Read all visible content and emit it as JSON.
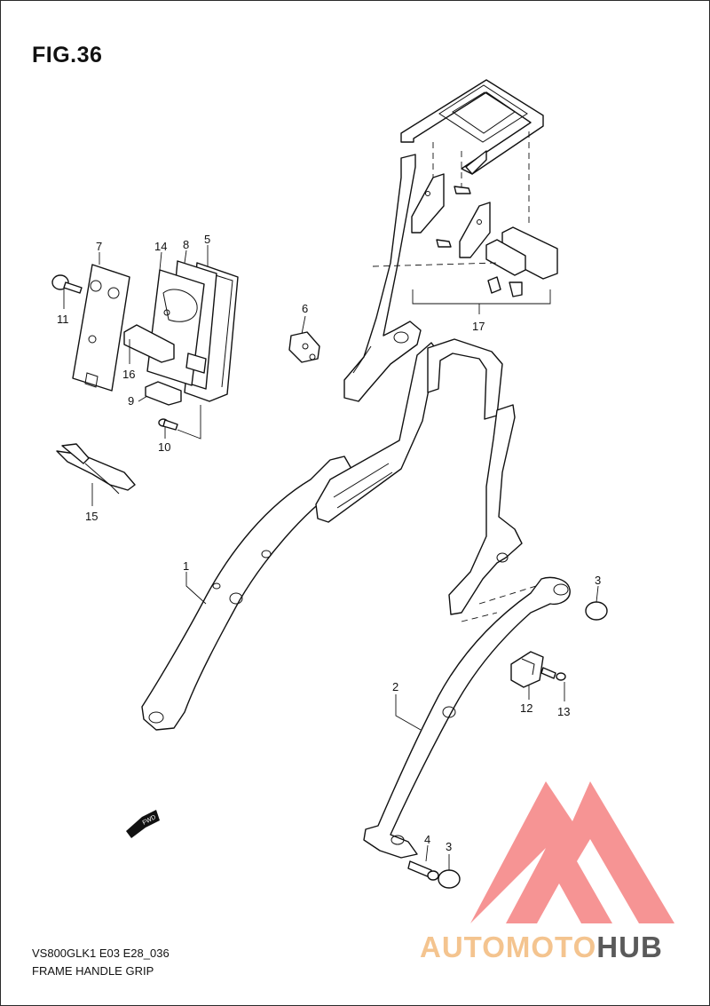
{
  "figure": {
    "title": "FIG.36",
    "code": "VS800GLK1 E03 E28_036",
    "name": "FRAME HANDLE GRIP"
  },
  "callouts": {
    "c1": "1",
    "c2": "2",
    "c3a": "3",
    "c3b": "3",
    "c4": "4",
    "c5": "5",
    "c6": "6",
    "c7": "7",
    "c8": "8",
    "c9": "9",
    "c10": "10",
    "c11": "11",
    "c12": "12",
    "c13": "13",
    "c14": "14",
    "c15": "15",
    "c16": "16",
    "c17": "17"
  },
  "fwd_label": "FWD",
  "watermark": {
    "part1": "AUTOMOTO",
    "part2": "HUB",
    "colors": {
      "light": "#f4c48f",
      "dark": "#5a5a5a",
      "red": "#f26b6b"
    }
  }
}
